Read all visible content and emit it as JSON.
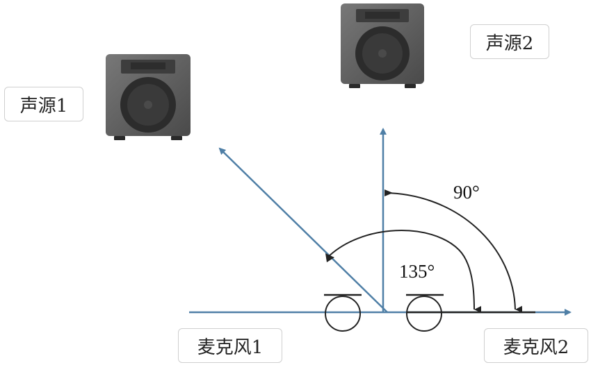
{
  "labels": {
    "source1": "声源1",
    "source2": "声源2",
    "mic1": "麦克风1",
    "mic2": "麦克风2"
  },
  "angles": {
    "a90": "90°",
    "a135": "135°"
  },
  "colors": {
    "axis": "#4f7fa6",
    "arc": "#333333",
    "speaker_body": "#5e5e5e",
    "speaker_dark": "#2e2e2e"
  },
  "icons": {
    "speaker": "speaker-icon",
    "microphone": "microphone-icon"
  }
}
